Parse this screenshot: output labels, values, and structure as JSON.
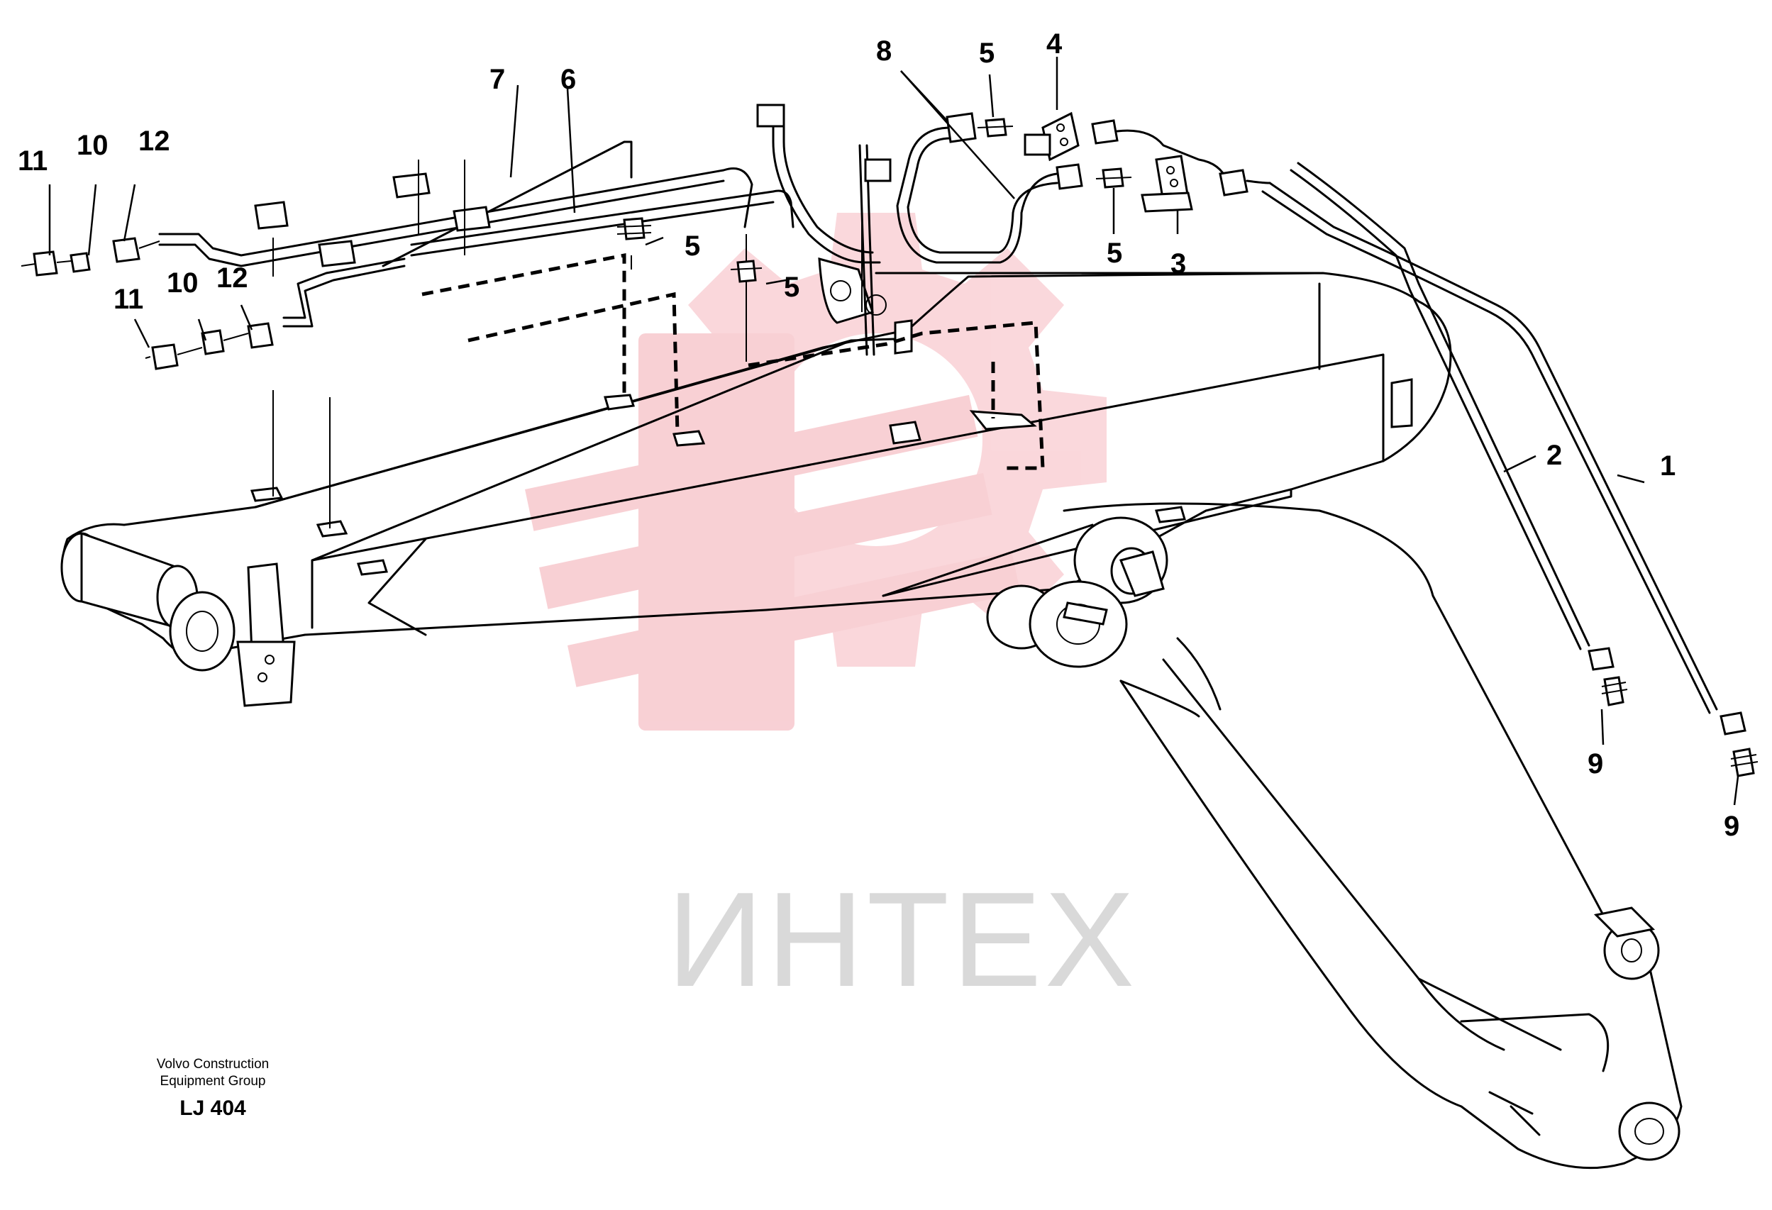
{
  "drawing": {
    "watermark_text": "ИНТЕХ",
    "footer": {
      "company_line1": "Volvo Construction",
      "company_line2": "Equipment Group",
      "code": "LJ 404"
    },
    "callouts": {
      "c1": "1",
      "c2": "2",
      "c3": "3",
      "c4": "4",
      "c5a": "5",
      "c5b": "5",
      "c5c": "5",
      "c5d": "5",
      "c6": "6",
      "c7": "7",
      "c8": "8",
      "c9a": "9",
      "c9b": "9",
      "c10a": "10",
      "c10b": "10",
      "c11a": "11",
      "c11b": "11",
      "c12a": "12",
      "c12b": "12"
    }
  }
}
